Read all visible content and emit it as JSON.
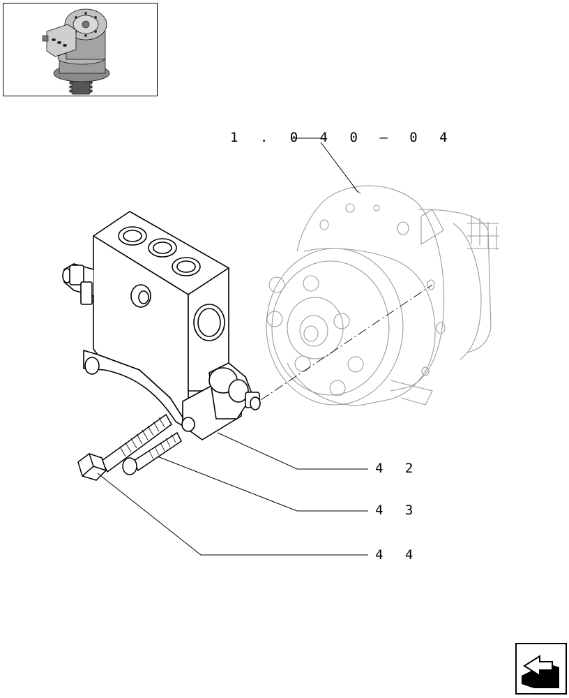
{
  "diagram": {
    "reference_label": "1.040 04",
    "reference_display": "1 . 0 4 0 — 0 4",
    "callouts": [
      {
        "id": "42",
        "display": "4 2"
      },
      {
        "id": "43",
        "display": "4 3"
      },
      {
        "id": "44",
        "display": "4 4"
      }
    ],
    "thumbnail_icon": "hydraulic-motor-assembly-icon",
    "nav_icon": "next-page-arrow-icon",
    "colors": {
      "line": "#000000",
      "ghost": "#9a9a9a",
      "background": "#ffffff"
    }
  }
}
